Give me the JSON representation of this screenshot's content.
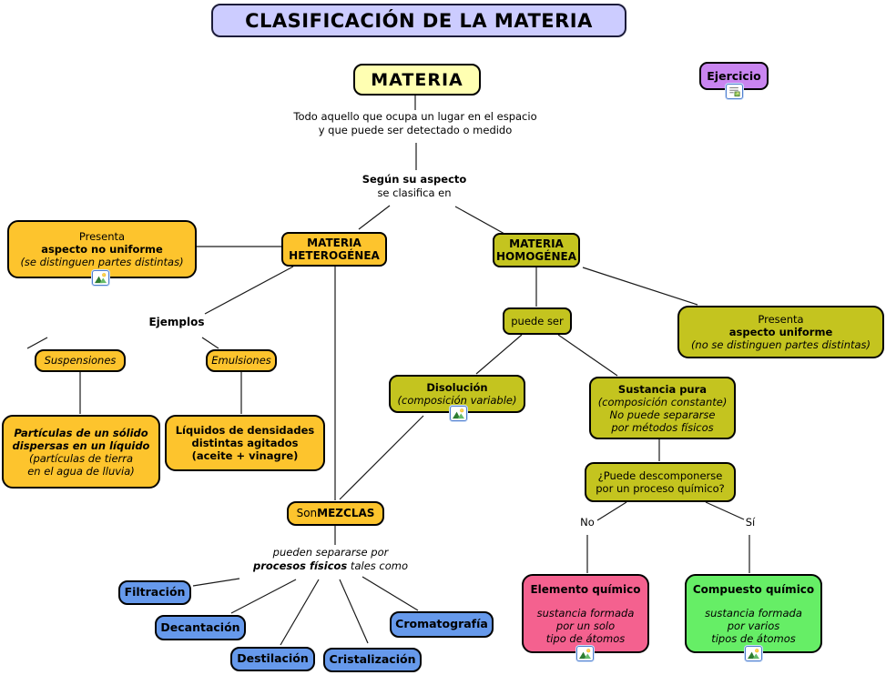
{
  "title": "CLASIFICACIÓN DE LA MATERIA",
  "colors": {
    "title_bg": "#CCCCFF",
    "materia_bg": "#FFFFB2",
    "ejercicio_bg": "#C985F0",
    "heterogenea_bg": "#FDC42D",
    "homogenea_bg": "#C4C41F",
    "proceso_bg": "#6699EB",
    "elemento_bg": "#F4618F",
    "compuesto_bg": "#66EE66",
    "line_color": "#1a1a1a"
  },
  "nodes": {
    "materia": {
      "label": "MATERIA"
    },
    "ejercicio": {
      "label": "Ejercicio",
      "icon": "document-resource-icon"
    },
    "definicion": {
      "line1": "Todo aquello que ocupa un lugar en el espacio",
      "line2": "y que puede ser detectado o medido"
    },
    "segun": {
      "line1": "Según su aspecto",
      "line2": "se clasifica en"
    },
    "heterogenea": {
      "line1": "MATERIA",
      "line2": "HETEROGÉNEA"
    },
    "homogenea": {
      "line1": "MATERIA",
      "line2": "HOMOGÉNEA"
    },
    "aspecto_no_uniforme": {
      "line1": "Presenta",
      "line2": "aspecto no uniforme",
      "line3": "(se distinguen partes distintas)",
      "icon": "image-resource-icon"
    },
    "aspecto_uniforme": {
      "line1": "Presenta",
      "line2": "aspecto uniforme",
      "line3": "(no se distinguen partes distintas)"
    },
    "ejemplos": {
      "label": "Ejemplos"
    },
    "suspensiones": {
      "label": "Suspensiones"
    },
    "emulsiones": {
      "label": "Emulsiones"
    },
    "particulas": {
      "line1": "Partículas de un sólido",
      "line2": "dispersas en un líquido",
      "line3": "(partículas de tierra",
      "line4": "en el agua de lluvia)"
    },
    "liquidos": {
      "line1": "Líquidos de densidades",
      "line2": "distintas agitados",
      "line3": "(aceite + vinagre)"
    },
    "puede_ser": {
      "label": "puede ser"
    },
    "disolucion": {
      "line1": "Disolución",
      "line2": "(composición variable)",
      "icon": "image-resource-icon"
    },
    "sustancia_pura": {
      "line1": "Sustancia pura",
      "line2": "(composición constante)",
      "line3": "No puede separarse",
      "line4": "por métodos físicos"
    },
    "puede_descomponerse": {
      "line1": "¿Puede descomponerse",
      "line2": "por un proceso químico?"
    },
    "no_label": "No",
    "si_label": "Sí",
    "son_mezclas": {
      "part1": "Son ",
      "part2": "MEZCLAS"
    },
    "separacion": {
      "line1": "pueden separarse por",
      "line2_bold": "procesos físicos",
      "line2_rest": " tales como"
    },
    "filtracion": {
      "label": "Filtración"
    },
    "decantacion": {
      "label": "Decantación"
    },
    "destilacion": {
      "label": "Destilación"
    },
    "cristalizacion": {
      "label": "Cristalización"
    },
    "cromatografia": {
      "label": "Cromatografía"
    },
    "elemento": {
      "line1": "Elemento químico",
      "line2": "sustancia formada",
      "line3": "por un solo",
      "line4": "tipo de átomos",
      "icon": "image-resource-icon"
    },
    "compuesto": {
      "line1": "Compuesto químico",
      "line2": "sustancia formada",
      "line3": "por varios",
      "line4": "tipos de átomos",
      "icon": "image-resource-icon"
    }
  }
}
